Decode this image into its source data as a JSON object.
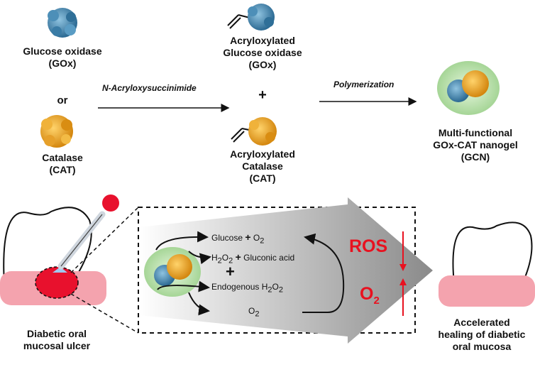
{
  "top": {
    "glucose_oxidase": "Glucose oxidase",
    "gox": "(GOx)",
    "or": "or",
    "catalase": "Catalase",
    "cat": "(CAT)",
    "reagent": "N-Acryloxysuccinimide",
    "acr_gox_line1": "Acryloxylated",
    "acr_gox_line2": "Glucose oxidase",
    "acr_gox_line3": "(GOx)",
    "plus": "+",
    "acr_cat_line1": "Acryloxylated",
    "acr_cat_line2": "Catalase",
    "acr_cat_line3": "(CAT)",
    "step2": "Polymerization",
    "product_line1": "Multi-functional",
    "product_line2": "GOx-CAT nanogel",
    "product_line3": "(GCN)"
  },
  "bottom": {
    "ulcer_line1": "Diabetic oral",
    "ulcer_line2": "mucosal ulcer",
    "glucose": "Glucose",
    "plus1": "+",
    "o2_a": "O",
    "h2o2_a": "H",
    "plus2": "+",
    "gluconic": "Gluconic acid",
    "plus_big": "+",
    "endogenous": "Endogenous H",
    "o2_b": "O",
    "ros": "ROS",
    "o2_big": "O",
    "healed_line1": "Accelerated",
    "healed_line2": "healing of diabetic",
    "healed_line3": "oral mucosa",
    "sub2": "2"
  },
  "colors": {
    "gox_blue": "#3b7fa8",
    "cat_orange": "#e9a11f",
    "nanogel_green": "#bfe3b4",
    "gum_pink": "#f4a3ae",
    "ulcer_red": "#e8112d",
    "red_text": "#e8111f"
  }
}
